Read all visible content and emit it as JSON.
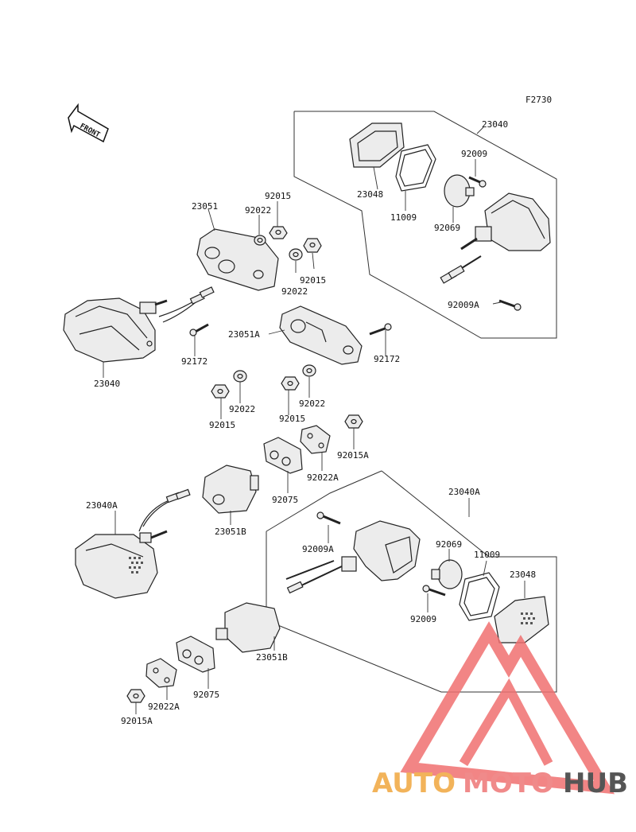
{
  "figure_code": "F2730",
  "front_label": "FRONT",
  "watermark": {
    "part1": "AUTO",
    "part2": "MOTO",
    "part3": "HUB",
    "color1": "#f2b35a",
    "color2": "#f08a8a",
    "color3": "#555555",
    "triangle_color": "#f07070"
  },
  "labels": {
    "l01": "23040",
    "l02": "92009",
    "l03": "23048",
    "l04": "11009",
    "l05": "92069",
    "l06": "92009A",
    "l07": "23051",
    "l08": "92015",
    "l09": "92022",
    "l10": "92015",
    "l11": "92022",
    "l12": "23040",
    "l13": "92172",
    "l14": "23051A",
    "l15": "92172",
    "l16": "92022",
    "l17": "92015",
    "l18": "92022",
    "l19": "92015",
    "l20": "92015A",
    "l21": "92022A",
    "l22": "92075",
    "l23": "23040A",
    "l24": "23051B",
    "l25": "23040A",
    "l26": "92009A",
    "l27": "92069",
    "l28": "11009",
    "l29": "23048",
    "l30": "92009",
    "l31": "23051B",
    "l32": "92075",
    "l33": "92022A",
    "l34": "92015A"
  }
}
